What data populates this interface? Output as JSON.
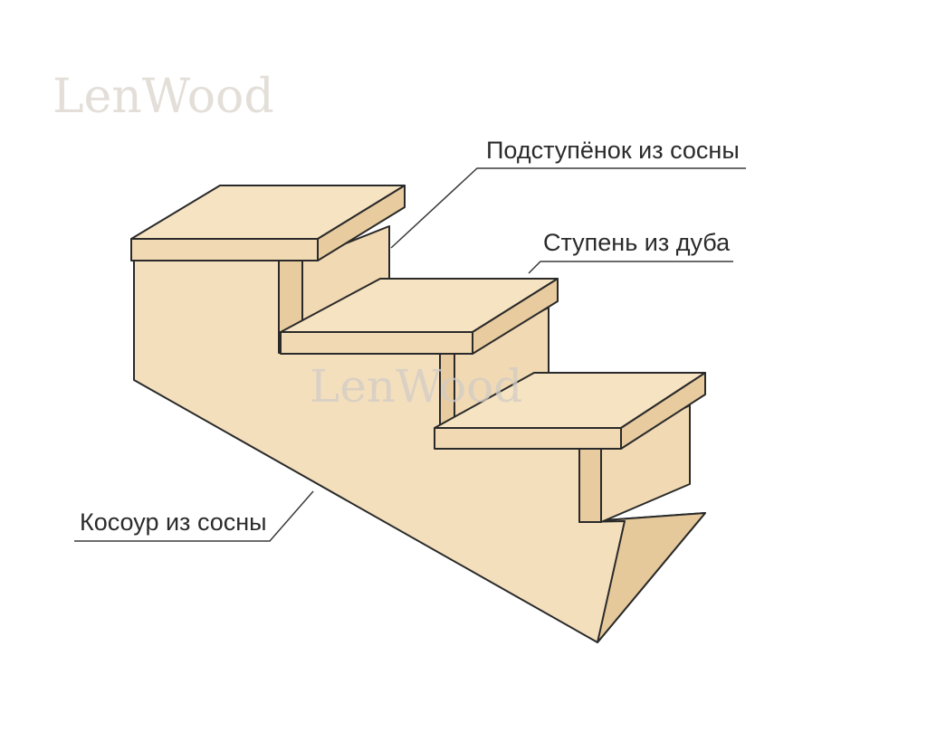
{
  "watermark": {
    "brand_top": "LenWood",
    "brand_center": "LenWood"
  },
  "labels": {
    "riser": "Подступёнок из сосны",
    "tread": "Ступень из дуба",
    "stringer": "Косоур из сосны"
  },
  "colors": {
    "wood_light": "#f6e3c2",
    "wood_mid": "#f1d9b3",
    "wood_dark": "#e8cc9f",
    "outline": "#2a2a2a",
    "watermark": "#e3ded8"
  }
}
